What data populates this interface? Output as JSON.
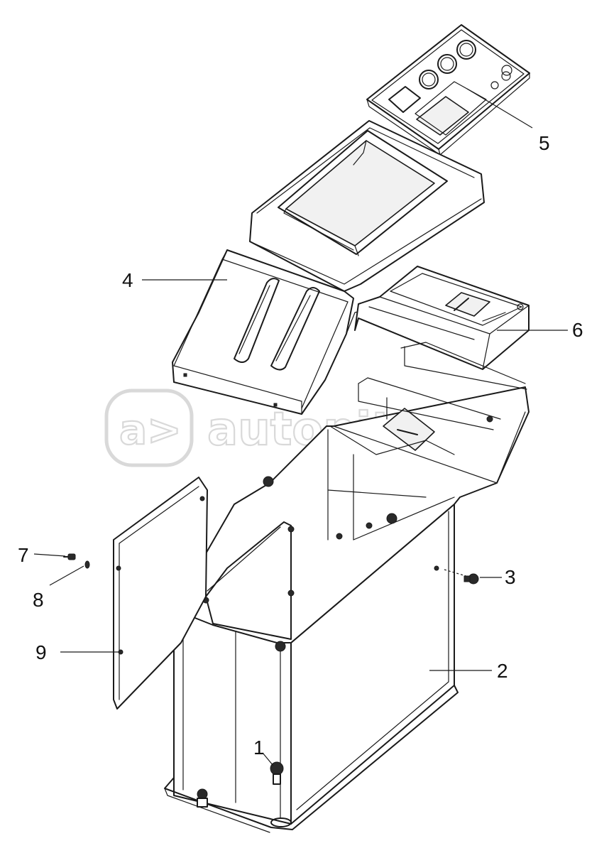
{
  "watermark": {
    "text": "autopiter.ru"
  },
  "callouts": [
    {
      "id": "1",
      "label": "1"
    },
    {
      "id": "2",
      "label": "2"
    },
    {
      "id": "3",
      "label": "3"
    },
    {
      "id": "4",
      "label": "4"
    },
    {
      "id": "5",
      "label": "5"
    },
    {
      "id": "6",
      "label": "6"
    },
    {
      "id": "7",
      "label": "7"
    },
    {
      "id": "8",
      "label": "8"
    },
    {
      "id": "9",
      "label": "9"
    }
  ],
  "colors": {
    "line": "#1a1a1a",
    "background": "#ffffff",
    "watermark": "#d9d9d9"
  }
}
